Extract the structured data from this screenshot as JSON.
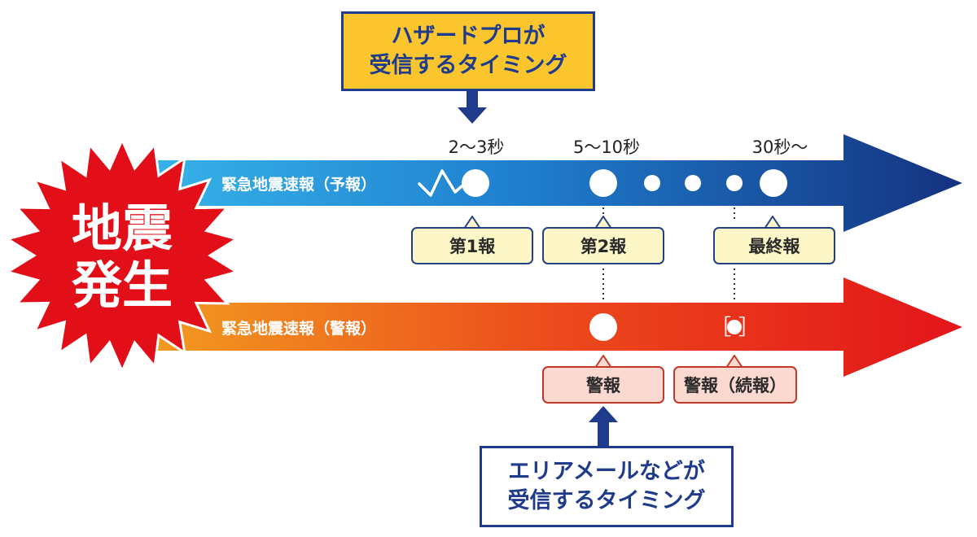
{
  "title_burst": {
    "line1": "地震",
    "line2": "発生"
  },
  "forecast_track": {
    "label": "緊急地震速報（予報）"
  },
  "warning_track": {
    "label": "緊急地震速報（警報）"
  },
  "time_labels": {
    "t1": "2〜3秒",
    "t2": "5〜10秒",
    "t3": "30秒〜"
  },
  "forecast_tags": {
    "first": "第1報",
    "second": "第2報",
    "final": "最終報"
  },
  "warning_tags": {
    "warning": "警報",
    "followup": "警報（続報）"
  },
  "warning_bracket": {
    "left": "［",
    "right": "］"
  },
  "callout_top": {
    "line1": "ハザードプロが",
    "line2": "受信するタイミング"
  },
  "callout_bottom": {
    "line1": "エリアメールなどが",
    "line2": "受信するタイミング"
  },
  "colors": {
    "forecast_start": "#36b2e8",
    "forecast_end": "#14327f",
    "warning_start": "#f29a20",
    "warning_end": "#e3141a",
    "burst_red": "#e20e18",
    "callout_yellow": "#fbc52d",
    "navy": "#1f3b8c"
  }
}
